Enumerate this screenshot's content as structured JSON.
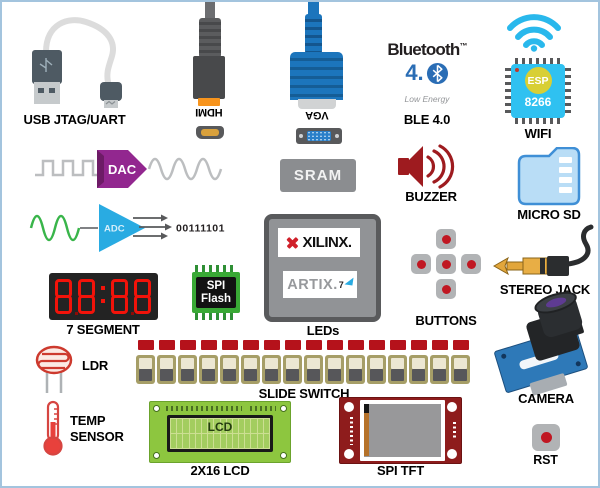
{
  "window": {
    "border_color": "#a3c4de",
    "background": "#ffffff"
  },
  "components": {
    "usb_jtag_uart": {
      "label": "USB JTAG/UART"
    },
    "hdmi": {
      "plug_label": "HDMI"
    },
    "vga": {
      "plug_label": "VGA"
    },
    "bluetooth": {
      "wordmark": "Bluetooth",
      "trademark": "™",
      "version_prefix": "4.",
      "tagline": "Low Energy",
      "label": "BLE 4.0"
    },
    "wifi": {
      "chip_line1": "ESP",
      "chip_line2": "8266",
      "label": "WIFI"
    },
    "dac": {
      "block_label": "DAC"
    },
    "sram": {
      "label": "SRAM"
    },
    "buzzer": {
      "label": "BUZZER"
    },
    "micro_sd": {
      "label": "MICRO SD"
    },
    "adc": {
      "block_label": "ADC",
      "binary_output": "00111101"
    },
    "seven_segment": {
      "label": "7 SEGMENT",
      "digit_count": 4
    },
    "spi_flash": {
      "chip_line1": "SPI",
      "chip_line2": "Flash"
    },
    "fpga": {
      "vendor": "XILINX.",
      "family": "ARTIX.",
      "family_gen": "7",
      "leds_label": "LEDs"
    },
    "buttons": {
      "label": "BUTTONS",
      "count": 5
    },
    "stereo_jack": {
      "label": "STEREO JACK"
    },
    "leds": {
      "count": 16,
      "color": "#b5121b"
    },
    "slide_switch": {
      "label": "SLIDE SWITCH",
      "count": 16
    },
    "ldr": {
      "label": "LDR"
    },
    "temp_sensor": {
      "line1": "TEMP",
      "line2": "SENSOR"
    },
    "lcd": {
      "screen_text": "LCD",
      "label": "2X16 LCD",
      "rows": 2,
      "cols": 16
    },
    "spi_tft": {
      "label": "SPI TFT"
    },
    "camera": {
      "label": "CAMERA"
    },
    "rst": {
      "label": "RST"
    }
  },
  "colors": {
    "led_red": "#b5121b",
    "seven_segment_red": "#f2130a",
    "buzzer_red": "#9e1b1f",
    "dac_purple": "#92278f",
    "adc_blue": "#29abe2",
    "signal_green": "#39b54a",
    "wifi_cyan": "#29b8ec",
    "esp_cyan": "#2fc1f1",
    "vga_blue": "#1c75bc",
    "bluetooth_blue": "#2a6db5",
    "sd_blue": "#3f8fd6",
    "camera_blue": "#2e79b8",
    "tft_red": "#8e1c1c",
    "lcd_green": "#8dc63f",
    "flash_green": "#39a935",
    "xilinx_red": "#d0202a",
    "switch_khaki": "#a69e67",
    "gold": "#e2a63b"
  }
}
